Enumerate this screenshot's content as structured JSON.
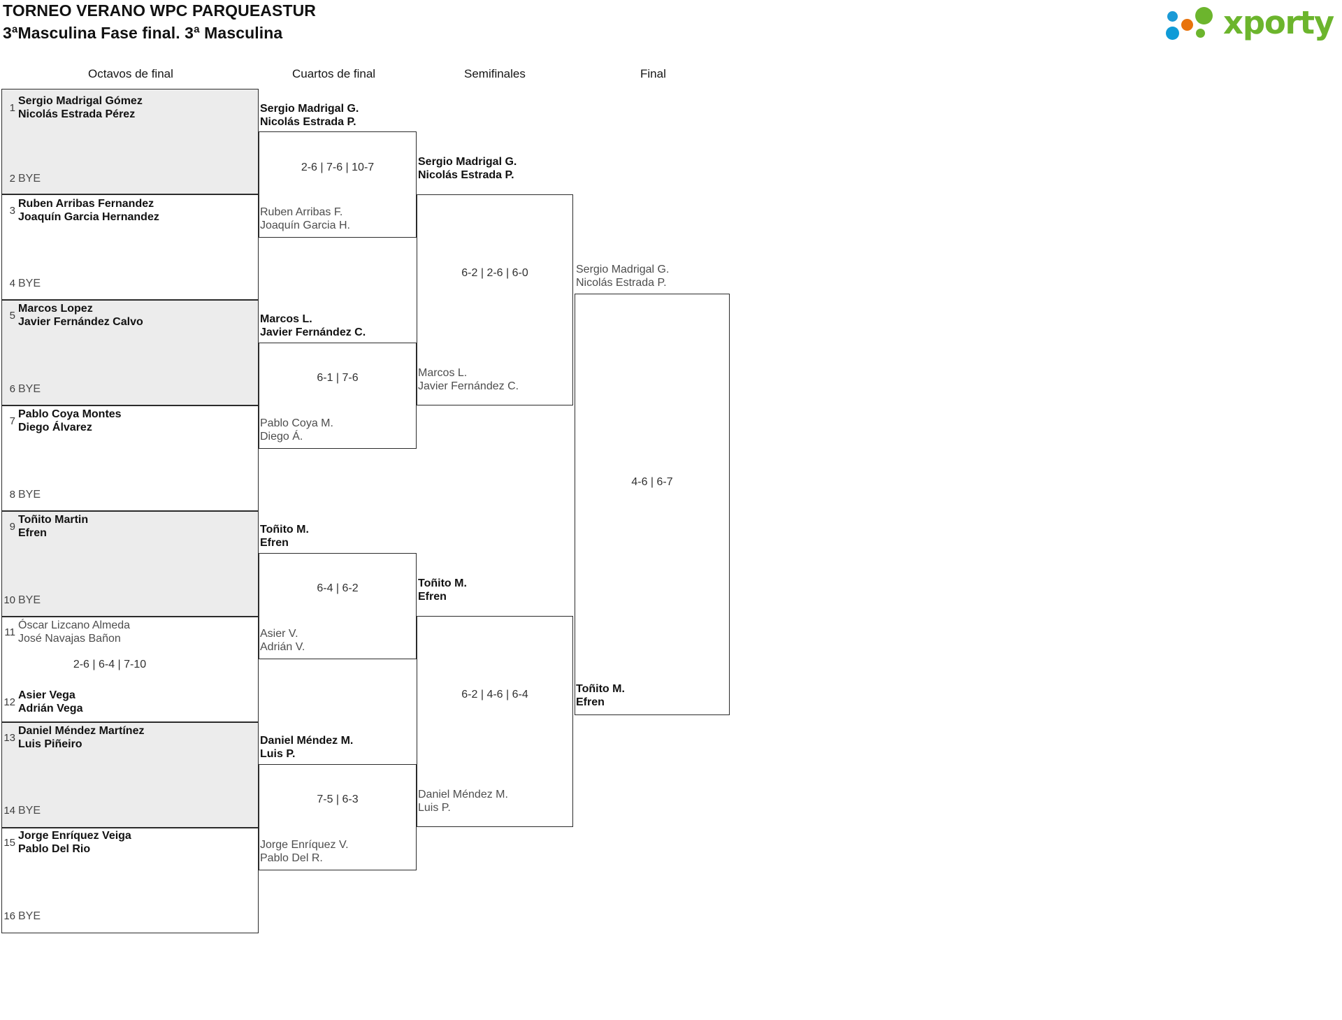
{
  "header": {
    "tournament": "TORNEO VERANO WPC PARQUEASTUR",
    "phase": "3ªMasculina Fase final. 3ª Masculina",
    "logo_text": "xporty",
    "brand_colors": {
      "green": "#6cb52d",
      "blue": "#0f9bd7",
      "orange": "#e8730c"
    }
  },
  "rounds": [
    {
      "label": "Octavos de final"
    },
    {
      "label": "Cuartos de final"
    },
    {
      "label": "Semifinales"
    },
    {
      "label": "Final"
    }
  ],
  "bye_label": "BYE",
  "round16": {
    "entries": [
      {
        "seed": "1",
        "line1": "Sergio Madrigal Gómez",
        "line2": "Nicolás Estrada Pérez",
        "state": "win"
      },
      {
        "seed": "2",
        "line1": "BYE",
        "line2": "",
        "state": "bye"
      },
      {
        "seed": "3",
        "line1": "Ruben Arribas Fernandez",
        "line2": "Joaquín Garcia Hernandez",
        "state": "win"
      },
      {
        "seed": "4",
        "line1": "BYE",
        "line2": "",
        "state": "bye"
      },
      {
        "seed": "5",
        "line1": "Marcos Lopez",
        "line2": "Javier Fernández Calvo",
        "state": "win"
      },
      {
        "seed": "6",
        "line1": "BYE",
        "line2": "",
        "state": "bye"
      },
      {
        "seed": "7",
        "line1": "Pablo Coya Montes",
        "line2": "Diego Álvarez",
        "state": "win"
      },
      {
        "seed": "8",
        "line1": "BYE",
        "line2": "",
        "state": "bye"
      },
      {
        "seed": "9",
        "line1": "Toñito Martin",
        "line2": "Efren",
        "state": "win"
      },
      {
        "seed": "10",
        "line1": "BYE",
        "line2": "",
        "state": "bye"
      },
      {
        "seed": "11",
        "line1": "Óscar Lizcano Almeda",
        "line2": "José Navajas Bañon",
        "state": "lose"
      },
      {
        "seed": "12",
        "line1": "Asier Vega",
        "line2": "Adrián Vega",
        "state": "win"
      },
      {
        "seed": "13",
        "line1": "Daniel Méndez Martínez",
        "line2": "Luis Piñeiro",
        "state": "win"
      },
      {
        "seed": "14",
        "line1": "BYE",
        "line2": "",
        "state": "bye"
      },
      {
        "seed": "15",
        "line1": "Jorge Enríquez Veiga",
        "line2": "Pablo Del Rio",
        "state": "win"
      },
      {
        "seed": "16",
        "line1": "BYE",
        "line2": "",
        "state": "bye"
      }
    ],
    "scores": [
      {
        "value": ""
      },
      {
        "value": ""
      },
      {
        "value": ""
      },
      {
        "value": ""
      },
      {
        "value": ""
      },
      {
        "value": "2-6 | 6-4 | 7-10"
      },
      {
        "value": ""
      },
      {
        "value": ""
      }
    ]
  },
  "quarterfinals": [
    {
      "top": {
        "line1": "Sergio Madrigal G.",
        "line2": "Nicolás Estrada P.",
        "state": "win"
      },
      "bottom": {
        "line1": "Ruben Arribas F.",
        "line2": "Joaquín Garcia H.",
        "state": "lose"
      },
      "score": "2-6 | 7-6 | 10-7"
    },
    {
      "top": {
        "line1": "Marcos L.",
        "line2": "Javier Fernández C.",
        "state": "win"
      },
      "bottom": {
        "line1": "Pablo Coya M.",
        "line2": "Diego Á.",
        "state": "lose"
      },
      "score": "6-1 | 7-6"
    },
    {
      "top": {
        "line1": "Toñito M.",
        "line2": "Efren",
        "state": "win"
      },
      "bottom": {
        "line1": "Asier V.",
        "line2": "Adrián V.",
        "state": "lose"
      },
      "score": "6-4 | 6-2"
    },
    {
      "top": {
        "line1": "Daniel Méndez M.",
        "line2": "Luis P.",
        "state": "win"
      },
      "bottom": {
        "line1": "Jorge Enríquez V.",
        "line2": "Pablo Del R.",
        "state": "lose"
      },
      "score": "7-5 | 6-3"
    }
  ],
  "semifinals": [
    {
      "top": {
        "line1": "Sergio Madrigal G.",
        "line2": "Nicolás Estrada P.",
        "state": "win"
      },
      "bottom": {
        "line1": "Marcos L.",
        "line2": "Javier Fernández C.",
        "state": "lose"
      },
      "score": "6-2 | 2-6 | 6-0"
    },
    {
      "top": {
        "line1": "Toñito M.",
        "line2": "Efren",
        "state": "win"
      },
      "bottom": {
        "line1": "Daniel Méndez M.",
        "line2": "Luis P.",
        "state": "lose"
      },
      "score": "6-2 | 4-6 | 6-4"
    }
  ],
  "final": {
    "top": {
      "line1": "Sergio Madrigal G.",
      "line2": "Nicolás Estrada P.",
      "state": "lose"
    },
    "bottom": {
      "line1": "Toñito M.",
      "line2": "Efren",
      "state": "win"
    },
    "score": "4-6 | 6-7"
  }
}
